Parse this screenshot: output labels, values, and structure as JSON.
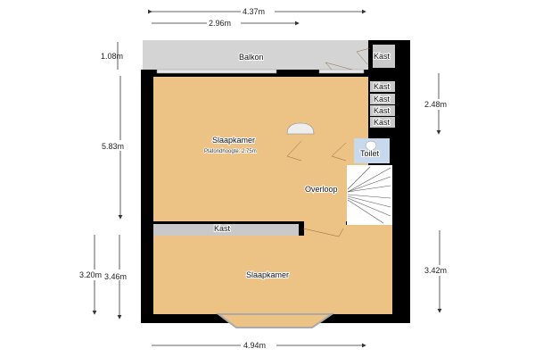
{
  "colors": {
    "room": "#ecc285",
    "wall": "#000000",
    "balcony": "#d4d4d4",
    "toilet": "#c8d9ee",
    "stairs": "#ffffff",
    "kast": "#c9c9c9"
  },
  "dimensions": {
    "top_total": "4.37m",
    "top_partial": "2.96m",
    "left_balcony": "1.08m",
    "left_bedroom1": "5.83m",
    "left_bedroom2_a": "3.20m",
    "left_bedroom2_b": "3.46m",
    "right_kasten": "2.48m",
    "right_bedroom2": "3.42m",
    "bottom_total": "4.94m"
  },
  "rooms": {
    "balkon": "Balkon",
    "slaapkamer1": "Slaapkamer",
    "ceiling_height": "Plafondhoogte: 2.75m",
    "overloop": "Overloop",
    "toilet": "Toilet",
    "kast_bottom": "Kast",
    "slaapkamer2": "Slaapkamer",
    "kast": [
      "Kast",
      "Kast",
      "Kast",
      "Kast",
      "Kast"
    ]
  }
}
